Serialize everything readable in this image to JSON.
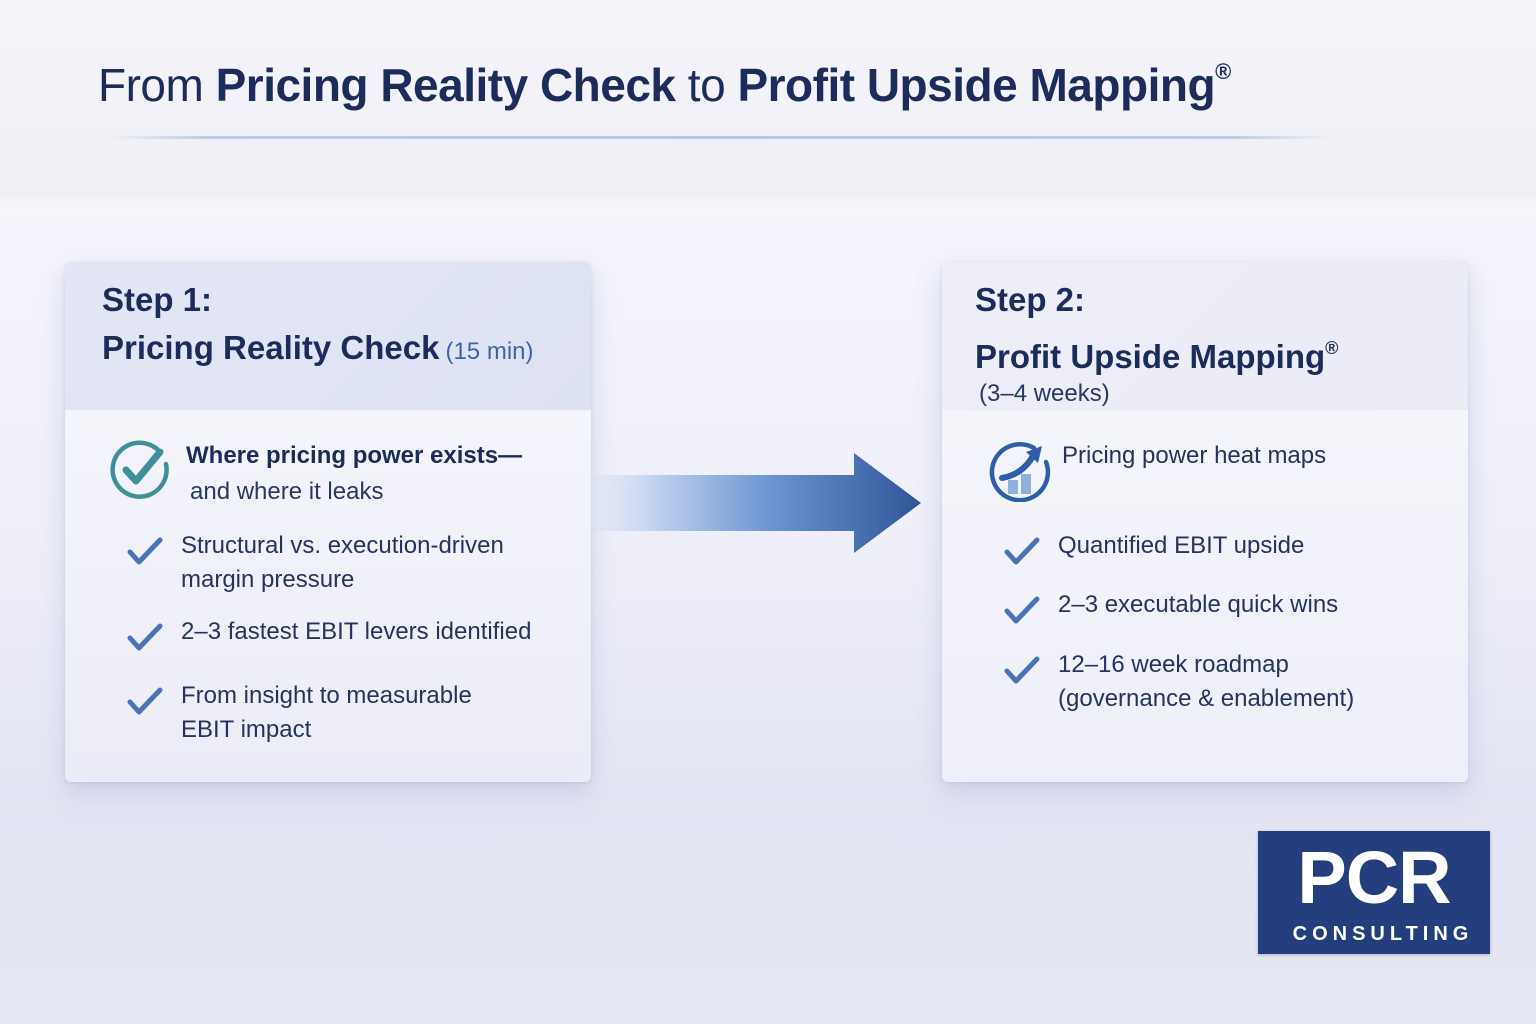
{
  "title": {
    "prefix": "From ",
    "part1": "Pricing Reality Check",
    "connector": " to ",
    "part2": "Profit Upside Mapping",
    "mark": "®"
  },
  "colors": {
    "navy": "#1d2b5b",
    "accent_blue": "#3e64a8",
    "teal": "#3f8f99",
    "logo_bg": "#243e7d"
  },
  "steps": [
    {
      "label": "Step 1:",
      "title": "Pricing Reality Check",
      "duration": "(15 min)",
      "lead_icon": "check-circle-icon",
      "lead_bold": "Where pricing power exists—",
      "lead_rest": "and where it leaks",
      "bullets": [
        {
          "icon": "check-icon",
          "line1": "Structural vs. execution-driven",
          "line2": "margin pressure"
        },
        {
          "icon": "check-icon",
          "line1": "2–3 fastest EBIT levers identified",
          "line2": ""
        },
        {
          "icon": "check-icon",
          "line1": "From insight to measurable",
          "line2": "EBIT impact"
        }
      ]
    },
    {
      "label": "Step 2:",
      "title": "Profit Upside Mapping",
      "mark": "®",
      "duration": "(3–4 weeks)",
      "lead_icon": "growth-chart-icon",
      "lead_text": "Pricing power heat maps",
      "bullets": [
        {
          "icon": "check-icon",
          "line1": "Quantified EBIT upside",
          "line2": ""
        },
        {
          "icon": "check-icon",
          "line1": "2–3 executable quick wins",
          "line2": ""
        },
        {
          "icon": "check-icon",
          "line1": "12–16 week roadmap",
          "line2": "(governance & enablement)"
        }
      ]
    }
  ],
  "logo": {
    "main": "PCR",
    "sub": "CONSULTING"
  }
}
